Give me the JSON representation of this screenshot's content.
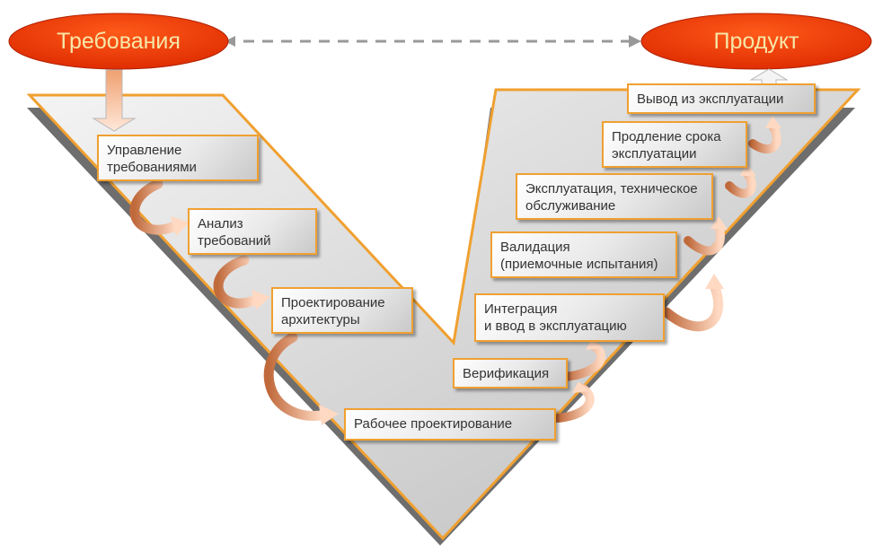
{
  "start_label": "Требования",
  "end_label": "Продукт",
  "colors": {
    "oval_fill": "#ee3300",
    "oval_text": "#f6e7a8",
    "v_border": "#f0a030",
    "v_shadow": "#6e6e6e",
    "arrow_light": "#ffd9c2",
    "arrow_dark": "#c06a3c",
    "connector": "#999999"
  },
  "left_steps": [
    {
      "lines": [
        "Управление",
        "требованиями"
      ]
    },
    {
      "lines": [
        "Анализ",
        "требований"
      ]
    },
    {
      "lines": [
        "Проектирование",
        "архитектуры"
      ]
    }
  ],
  "bottom_step": {
    "lines": [
      "Рабочее проектирование"
    ]
  },
  "right_steps": [
    {
      "lines": [
        "Верификация"
      ]
    },
    {
      "lines": [
        "Интеграция",
        "и ввод в эксплуатацию"
      ]
    },
    {
      "lines": [
        "Валидация",
        "(приемочные испытания)"
      ]
    },
    {
      "lines": [
        "Эксплуатация, техническое",
        "обслуживание"
      ]
    },
    {
      "lines": [
        "Продление срока",
        "эксплуатации"
      ]
    },
    {
      "lines": [
        "Вывод из эксплуатации"
      ]
    }
  ]
}
